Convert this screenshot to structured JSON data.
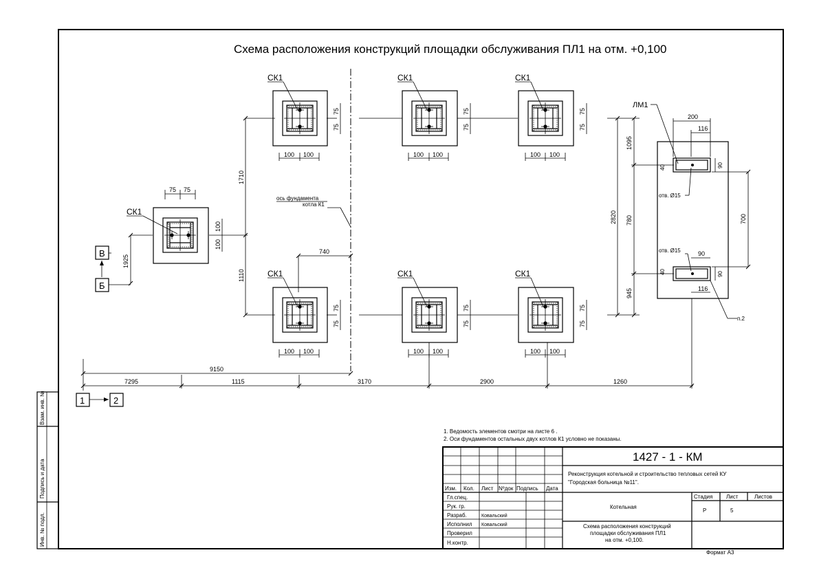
{
  "title": "Схема расположения конструкций площадки обслуживания ПЛ1 на отм. +0,100",
  "marks": {
    "ck": "СК1",
    "lm": "ЛМ1"
  },
  "dims": {
    "d75": "75",
    "d100": "100",
    "d200": "200",
    "d116": "116",
    "d90": "90",
    "d40": "40",
    "d1710": "1710",
    "d1110": "1110",
    "d1925": "1925",
    "d740": "740",
    "d1095": "1095",
    "d780": "780",
    "d945": "945",
    "d2820": "2820",
    "d700": "700",
    "d9150": "9150",
    "d7295": "7295",
    "d1115": "1115",
    "d3170": "3170",
    "d2900": "2900",
    "d1260": "1260"
  },
  "holes": {
    "h15": "отв. Ø15"
  },
  "note_p2": "п.2",
  "axis_note": {
    "line1": "ось фундамента",
    "line2": "котла К1"
  },
  "axes": {
    "v": "В",
    "b": "Б",
    "n1": "1",
    "n2": "2"
  },
  "notes": {
    "n1": "1. Ведомость элементов смотри на листе 6 .",
    "n2": "2. Оси фундаментов остальных двух котлов К1 условно не показаны."
  },
  "stamp": {
    "code": "1427 - 1 - КМ",
    "project1": "Реконструкция котельной и строительство тепловых сетей КУ",
    "project2": "\"Городская больница №11\".",
    "hdr": {
      "izm": "Изм.",
      "kol": "Кол.",
      "list": "Лист",
      "ndok": "Nºдок",
      "podpis": "Подпись",
      "data": "Дата"
    },
    "roles": {
      "r1": "Гл.спец.",
      "r2": "Рук. гр.",
      "r3": "Разраб.",
      "r4": "Исполнил",
      "r5": "Проверил",
      "r6": "Н.контр."
    },
    "names": {
      "n3": "Ковальский",
      "n4": "Ковальский"
    },
    "object": "Котельная",
    "stage_h": "Стадия",
    "sheet_h": "Лист",
    "sheets_h": "Листов",
    "stage": "Р",
    "sheet": "5",
    "drawing1": "Схема расположения конструкций",
    "drawing2": "площадки обслуживания ПЛ1",
    "drawing3": "на отм. +0,100.",
    "format": "Формат  А3"
  },
  "side": {
    "s1": "Взам. инв. №",
    "s2": "Подпись и дата",
    "s3": "Инв. № подл."
  }
}
